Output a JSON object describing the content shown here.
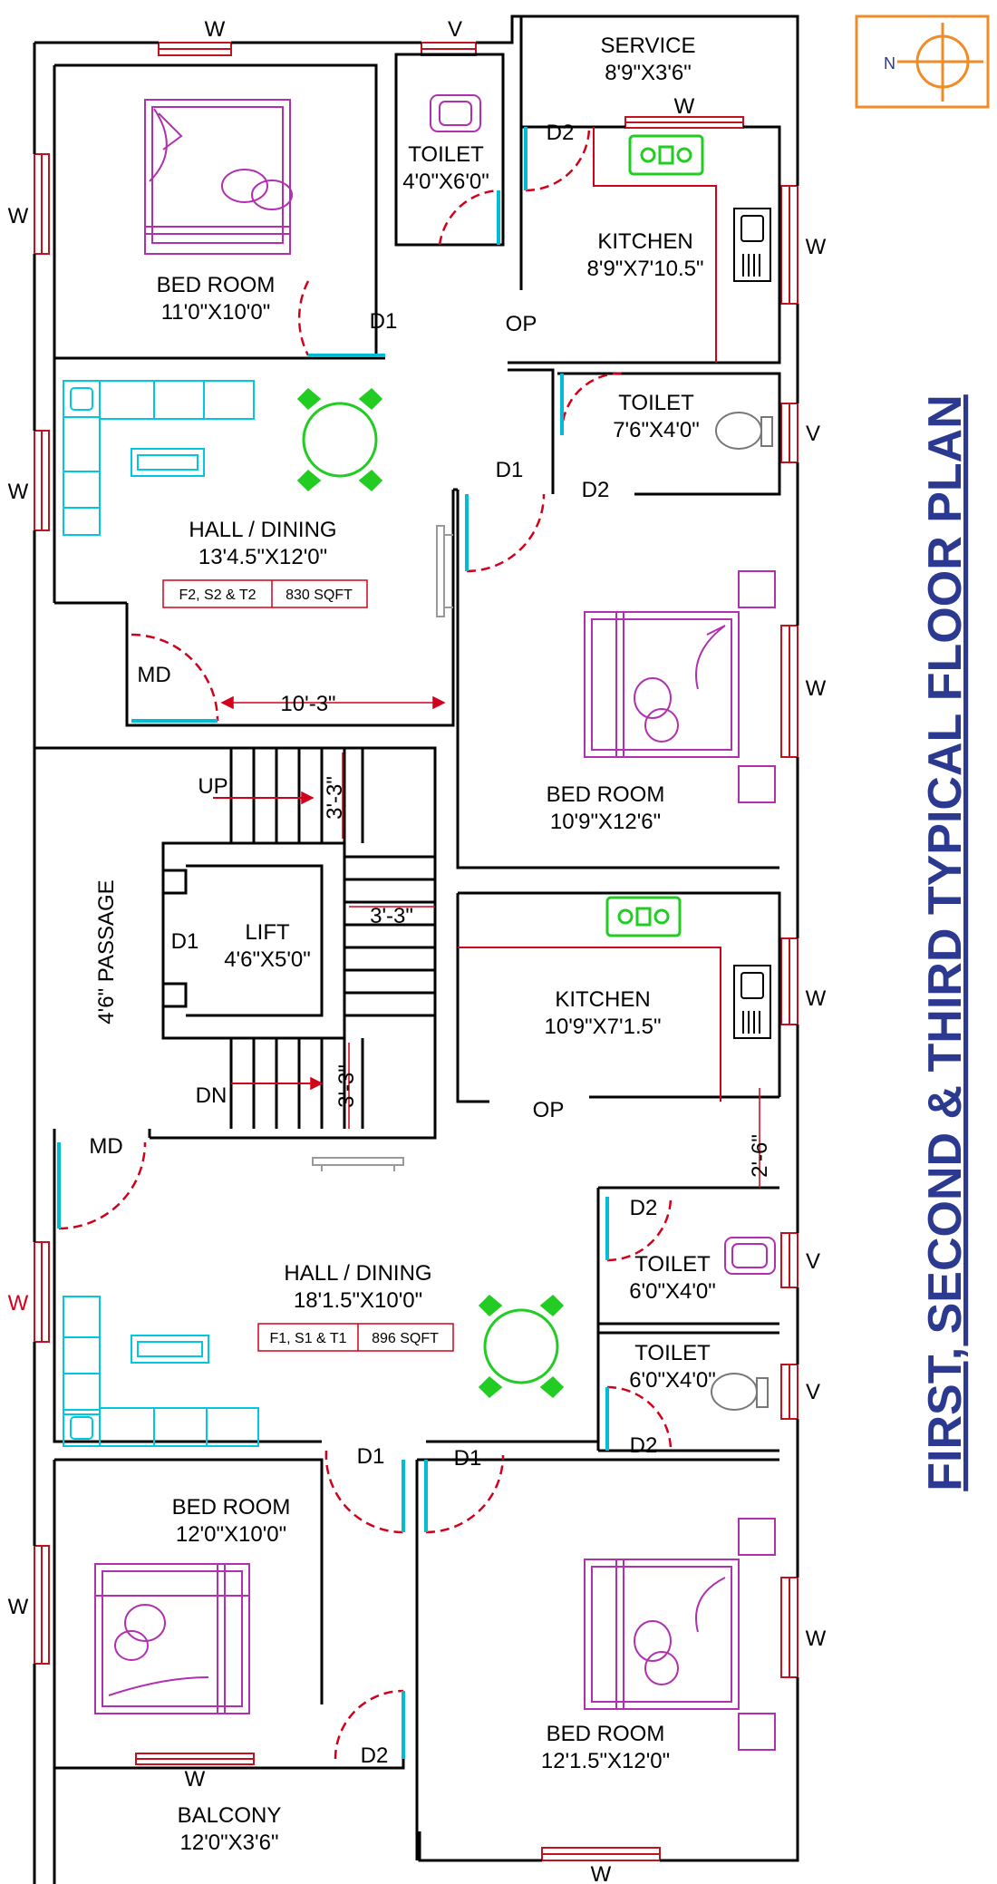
{
  "title": "FIRST, SECOND & THIRD TYPICAL FLOOR PLAN",
  "colors": {
    "wall": "#000000",
    "window": "#c1121f",
    "door": "#d0021b",
    "door_leaf": "#00bcd4",
    "furniture": "#b030b0",
    "sofa": "#00c8e0",
    "dining": "#22cc22",
    "title": "#2b3990",
    "compass": "#f08c28"
  },
  "rooms": {
    "service": {
      "name": "SERVICE",
      "size": "8'9\"X3'6\""
    },
    "toilet_top": {
      "name": "TOILET",
      "size": "4'0\"X6'0\""
    },
    "bedroom_top": {
      "name": "BED ROOM",
      "size": "11'0\"X10'0\""
    },
    "kitchen_top": {
      "name": "KITCHEN",
      "size": "8'9\"X7'10.5\""
    },
    "toilet_right": {
      "name": "TOILET",
      "size": "7'6\"X4'0\""
    },
    "hall_top": {
      "name": "HALL / DINING",
      "size": "13'4.5\"X12'0\""
    },
    "area_top": {
      "units": "F2, S2 & T2",
      "area": "830 SQFT"
    },
    "bedroom_right": {
      "name": "BED ROOM",
      "size": "10'9\"X12'6\""
    },
    "lift": {
      "name": "LIFT",
      "size": "4'6\"X5'0\""
    },
    "passage": {
      "name": "4'6\" PASSAGE"
    },
    "kitchen_mid": {
      "name": "KITCHEN",
      "size": "10'9\"X7'1.5\""
    },
    "hall_bottom": {
      "name": "HALL / DINING",
      "size": "18'1.5\"X10'0\""
    },
    "area_bottom": {
      "units": "F1, S1 & T1",
      "area": "896 SQFT"
    },
    "toilet_b1": {
      "name": "TOILET",
      "size": "6'0\"X4'0\""
    },
    "toilet_b2": {
      "name": "TOILET",
      "size": "6'0\"X4'0\""
    },
    "bedroom_bl": {
      "name": "BED ROOM",
      "size": "12'0\"X10'0\""
    },
    "bedroom_br": {
      "name": "BED ROOM",
      "size": "12'1.5\"X12'0\""
    },
    "balcony": {
      "name": "BALCONY",
      "size": "12'0\"X3'6\""
    }
  },
  "tags": {
    "w": "W",
    "v": "V",
    "d1": "D1",
    "d2": "D2",
    "md": "MD",
    "op": "OP",
    "up": "UP",
    "dn": "DN"
  },
  "dims": {
    "hall_width": "10'-3\"",
    "stair_3": "3'-3\"",
    "gap_2_6": "2'-6\""
  }
}
